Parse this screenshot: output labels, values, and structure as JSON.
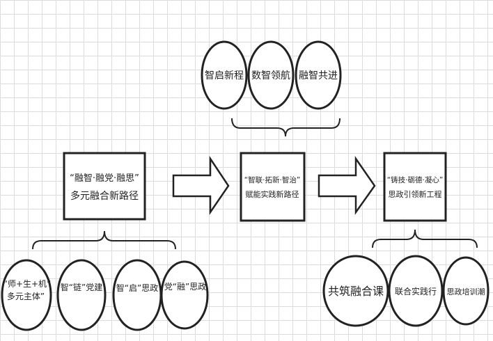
{
  "top_nodes": [
    "智启新程",
    "数智领航",
    "融智共进"
  ],
  "boxes": [
    {
      "line1": "“融智·融党·融思”",
      "line2": "多元融合新路径"
    },
    {
      "line1": "“智联·拓新·智治”",
      "line2": "赋能实践新路径"
    },
    {
      "line1": "“铸技·砺德·凝心”",
      "line2": "思政引领新工程"
    }
  ],
  "left_nodes": [
    {
      "line1": "“师+生+机”",
      "line2": "多元主体”"
    },
    {
      "line1": "智“链”党建"
    },
    {
      "line1": "智“启”思政"
    },
    {
      "line1": "党“融”思政"
    }
  ],
  "right_nodes": [
    "共筑融合课",
    "联合实践行",
    "思政培训潮"
  ]
}
